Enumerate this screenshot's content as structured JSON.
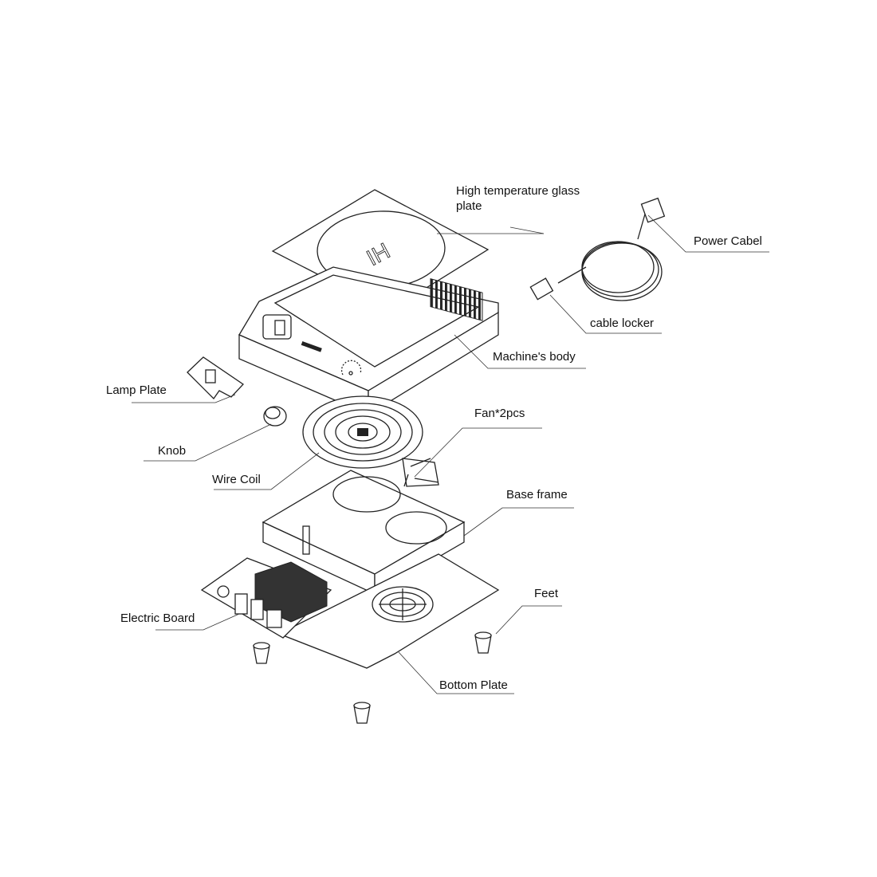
{
  "labels": {
    "glass_plate_line1": "High temperature glass",
    "glass_plate_line2": "plate",
    "power_cable": "Power Cabel",
    "cable_locker": "cable locker",
    "machine_body": "Machine's body",
    "lamp_plate": "Lamp Plate",
    "knob": "Knob",
    "fan": "Fan*2pcs",
    "wire_coil": "Wire Coil",
    "base_frame": "Base frame",
    "feet": "Feet",
    "electric_board": "Electric Board",
    "bottom_plate": "Bottom Plate"
  },
  "glass_plate_marking": "IH"
}
